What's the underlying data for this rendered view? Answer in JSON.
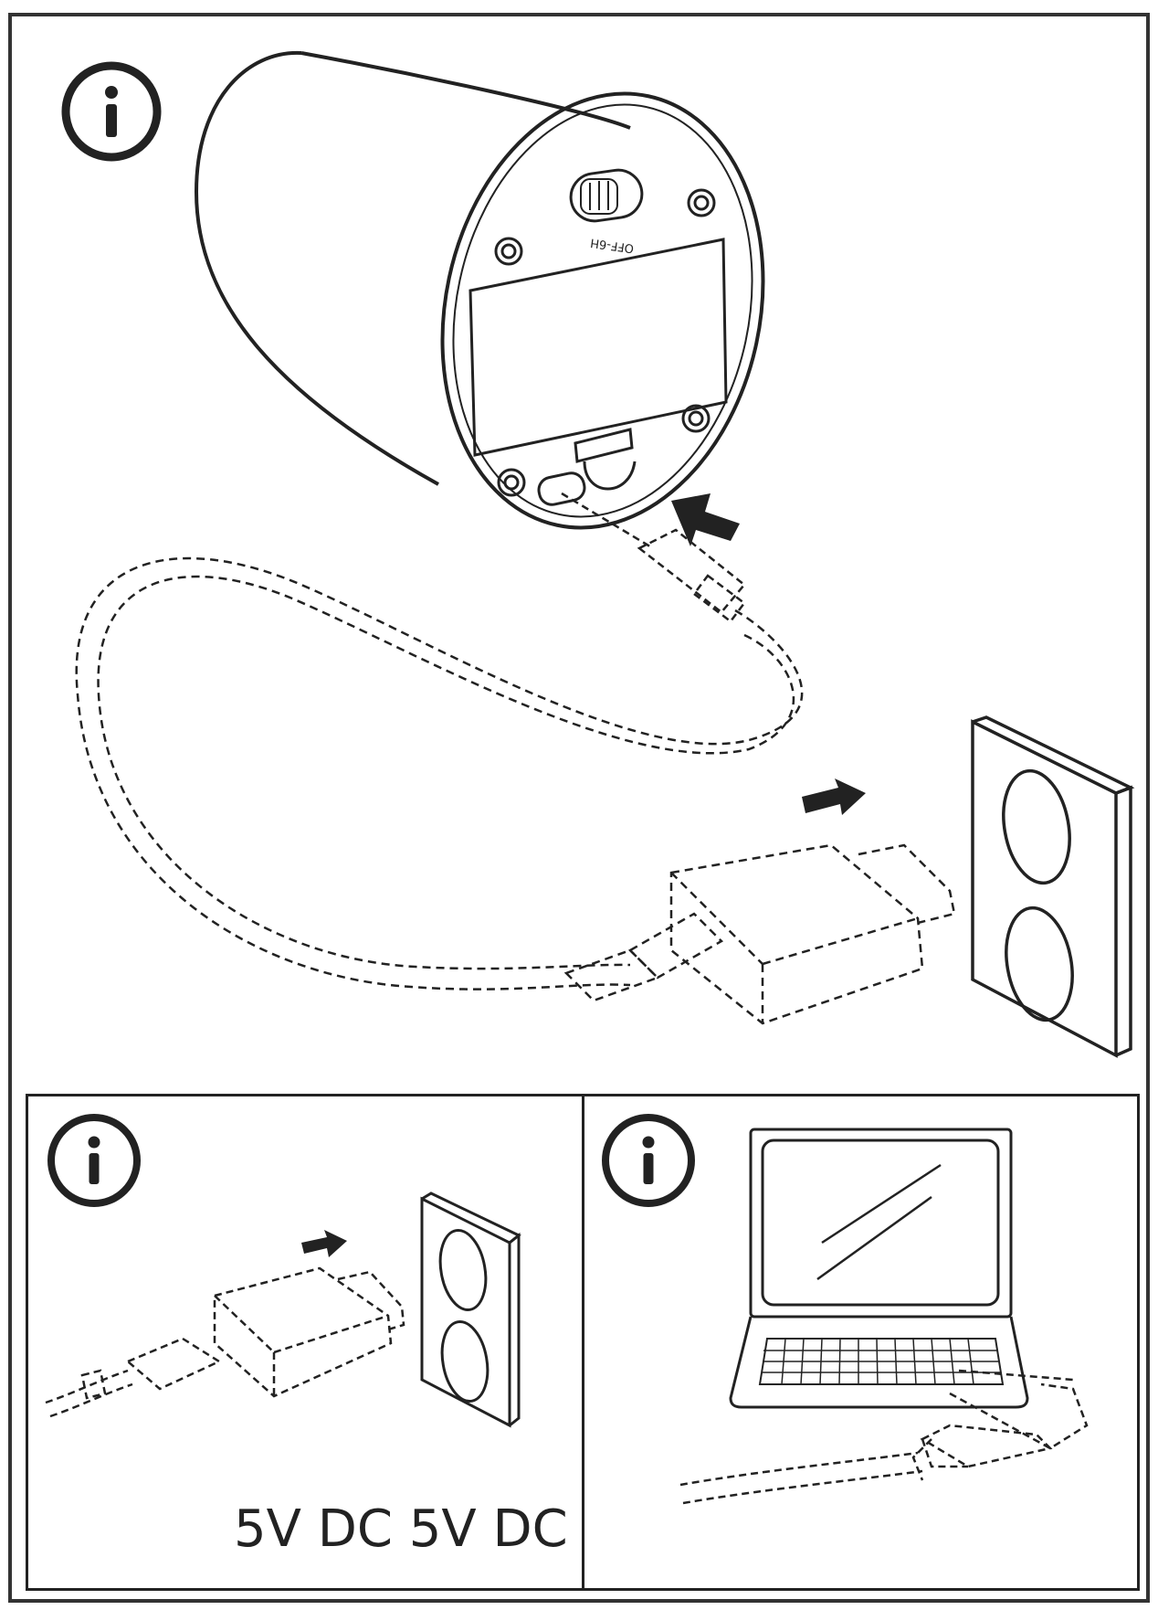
{
  "top_panel": {
    "info_icon": "info-circle-icon",
    "switch_label": "OFF-6H",
    "device": "cylindrical-lamp-base",
    "insert_arrow": "arrow-icon",
    "cable": "usb-cable",
    "adapter": "power-adapter",
    "outlet": "wall-outlet",
    "plug_arrow": "arrow-icon"
  },
  "bottom_left_panel": {
    "info_icon": "info-circle-icon",
    "voltage_text": "5V DC 5V DC",
    "adapter": "power-adapter",
    "outlet": "wall-outlet",
    "plug_arrow": "arrow-icon"
  },
  "bottom_right_panel": {
    "info_icon": "info-circle-icon",
    "laptop": "laptop-icon",
    "cable": "usb-cable"
  },
  "colors": {
    "line": "#222222",
    "background": "#ffffff"
  }
}
